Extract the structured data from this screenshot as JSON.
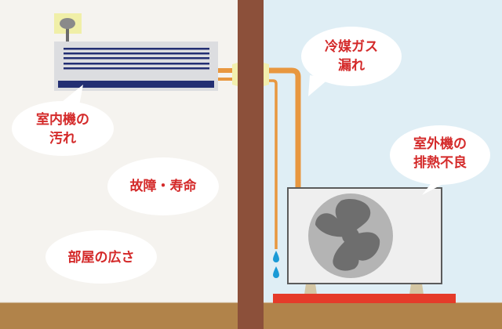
{
  "colors": {
    "indoor_bg": "#f5f3ef",
    "outdoor_bg": "#dfeef5",
    "wall": "#8c503a",
    "floor": "#b1834a",
    "pipe": "#e8973f",
    "pipe_collar": "#f2efad",
    "ac_body": "#dcdde0",
    "ac_stripe": "#232f73",
    "outdoor_unit_body": "#efefef",
    "outdoor_unit_border": "#5b5b5b",
    "fan_ring": "#b4b4b4",
    "fan_blade": "#6e6e6e",
    "stand": "#d4c6a3",
    "base": "#e53b2a",
    "water_drop": "#1a9ad6",
    "text": "#d42a2a"
  },
  "labels": {
    "indoor_dirty": [
      "室内機の",
      "汚れ"
    ],
    "refrigerant_leak": [
      "冷媒ガス",
      "漏れ"
    ],
    "outdoor_exhaust": [
      "室外機の",
      "排熱不良"
    ],
    "failure_lifespan": [
      "故障・寿命"
    ],
    "room_size": [
      "部屋の広さ"
    ]
  }
}
